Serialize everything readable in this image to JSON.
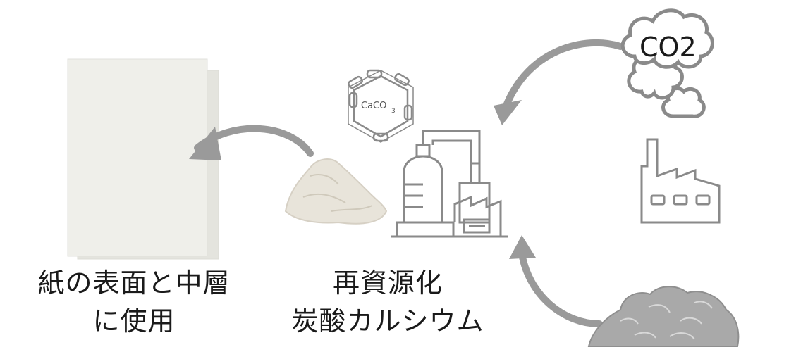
{
  "captions": {
    "paper_line1": "紙の表面と中層",
    "paper_line2": "に使用",
    "recycled_line1": "再資源化",
    "recycled_line2": "炭酸カルシウム"
  },
  "labels": {
    "co2": "CO2",
    "caco3_main": "CaCO",
    "caco3_sub": "3"
  },
  "icons": [
    "paper-stack-icon",
    "powder-pile-icon",
    "molecule-icon",
    "chemical-plant-icon",
    "factory-icon",
    "smoke-cloud-icon",
    "ash-pile-icon"
  ],
  "colors": {
    "arrow": "#9a9a9a",
    "icon_stroke": "#8a8a8a",
    "paper": "#ecece6",
    "powder": "#e6e2d8",
    "ash": "#a9a9a9"
  }
}
